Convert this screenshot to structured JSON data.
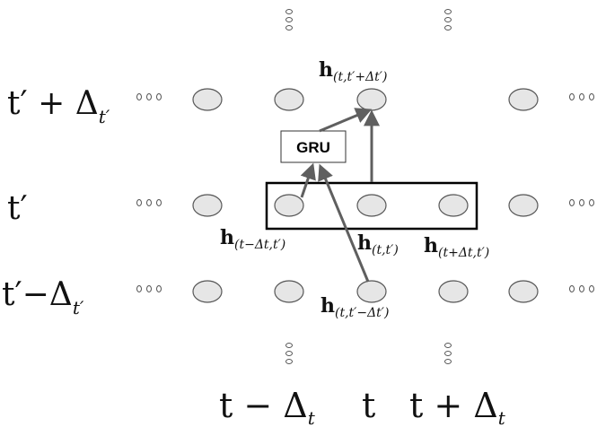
{
  "row_labels": {
    "top": {
      "base": "t′ + Δ",
      "sub": "t′"
    },
    "middle": {
      "base": "t′"
    },
    "bottom": {
      "base": "t′−Δ",
      "sub": "t′"
    }
  },
  "column_labels": {
    "left": {
      "base": "t − Δ",
      "sub": "t"
    },
    "center": {
      "base": "t"
    },
    "right": {
      "base": "t + Δ",
      "sub": "t"
    }
  },
  "gru_label": "GRU",
  "hidden_labels": {
    "output": {
      "bold": "h",
      "sub": "(t,t′+Δt′)"
    },
    "left": {
      "bold": "h",
      "sub": "(t−Δt,t′)"
    },
    "center": {
      "bold": "h",
      "sub": "(t,t′)"
    },
    "right": {
      "bold": "h",
      "sub": "(t+Δt,t′)"
    },
    "below": {
      "bold": "h",
      "sub": "(t,t′−Δt′)"
    }
  },
  "colors": {
    "node_fill": "#e6e6e6",
    "node_stroke": "#555555",
    "arrow": "#5f5f5f",
    "box": "#000000"
  }
}
